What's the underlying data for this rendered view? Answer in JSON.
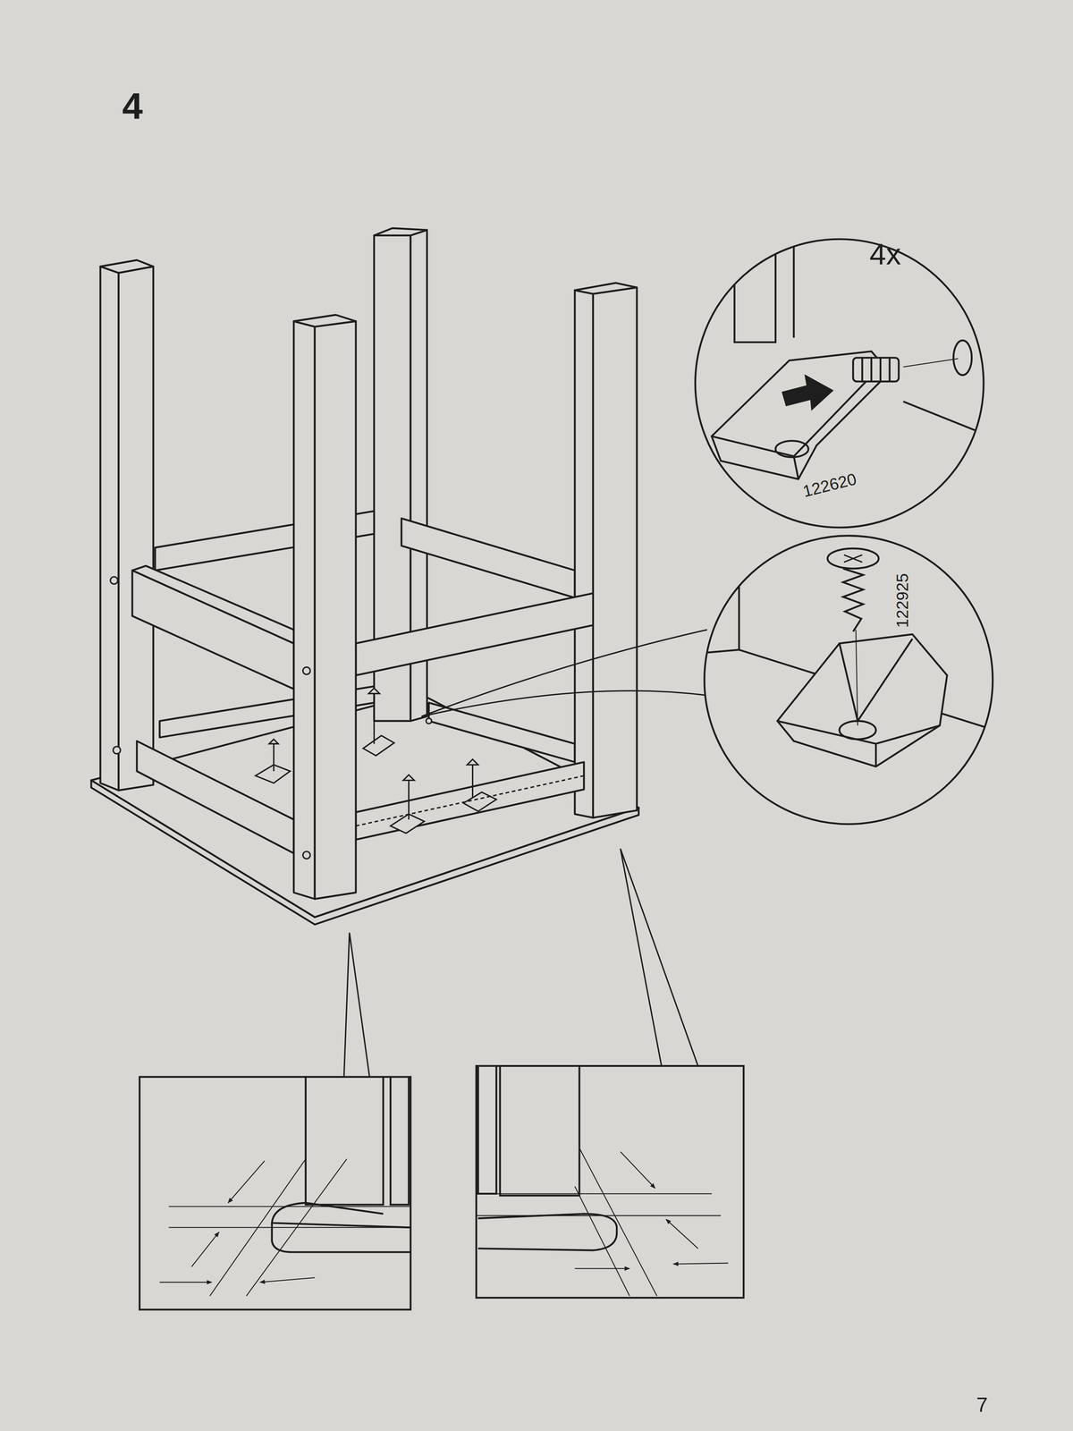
{
  "diagram": {
    "labels": [
      "4",
      "4x",
      "122620",
      "122925",
      "7"
    ]
  }
}
